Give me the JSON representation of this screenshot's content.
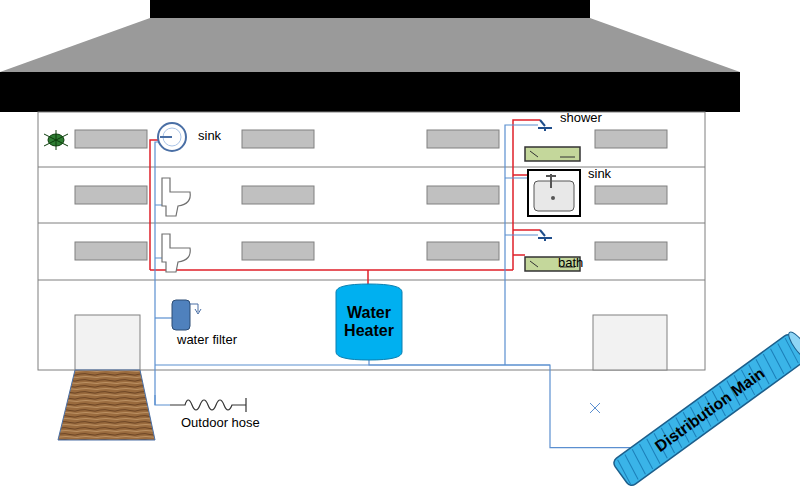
{
  "diagram": {
    "nodes": [
      {
        "text": [
          "Water Heater"
        ]
      },
      {
        "text": [
          "Distribution Main"
        ]
      }
    ],
    "edges": [
      {
        "from": 1,
        "to": 0,
        "arrow": "none"
      }
    ],
    "labels": [
      "sink",
      "shower",
      "sink",
      "bath",
      "water filter",
      "Outdoor hose"
    ]
  }
}
